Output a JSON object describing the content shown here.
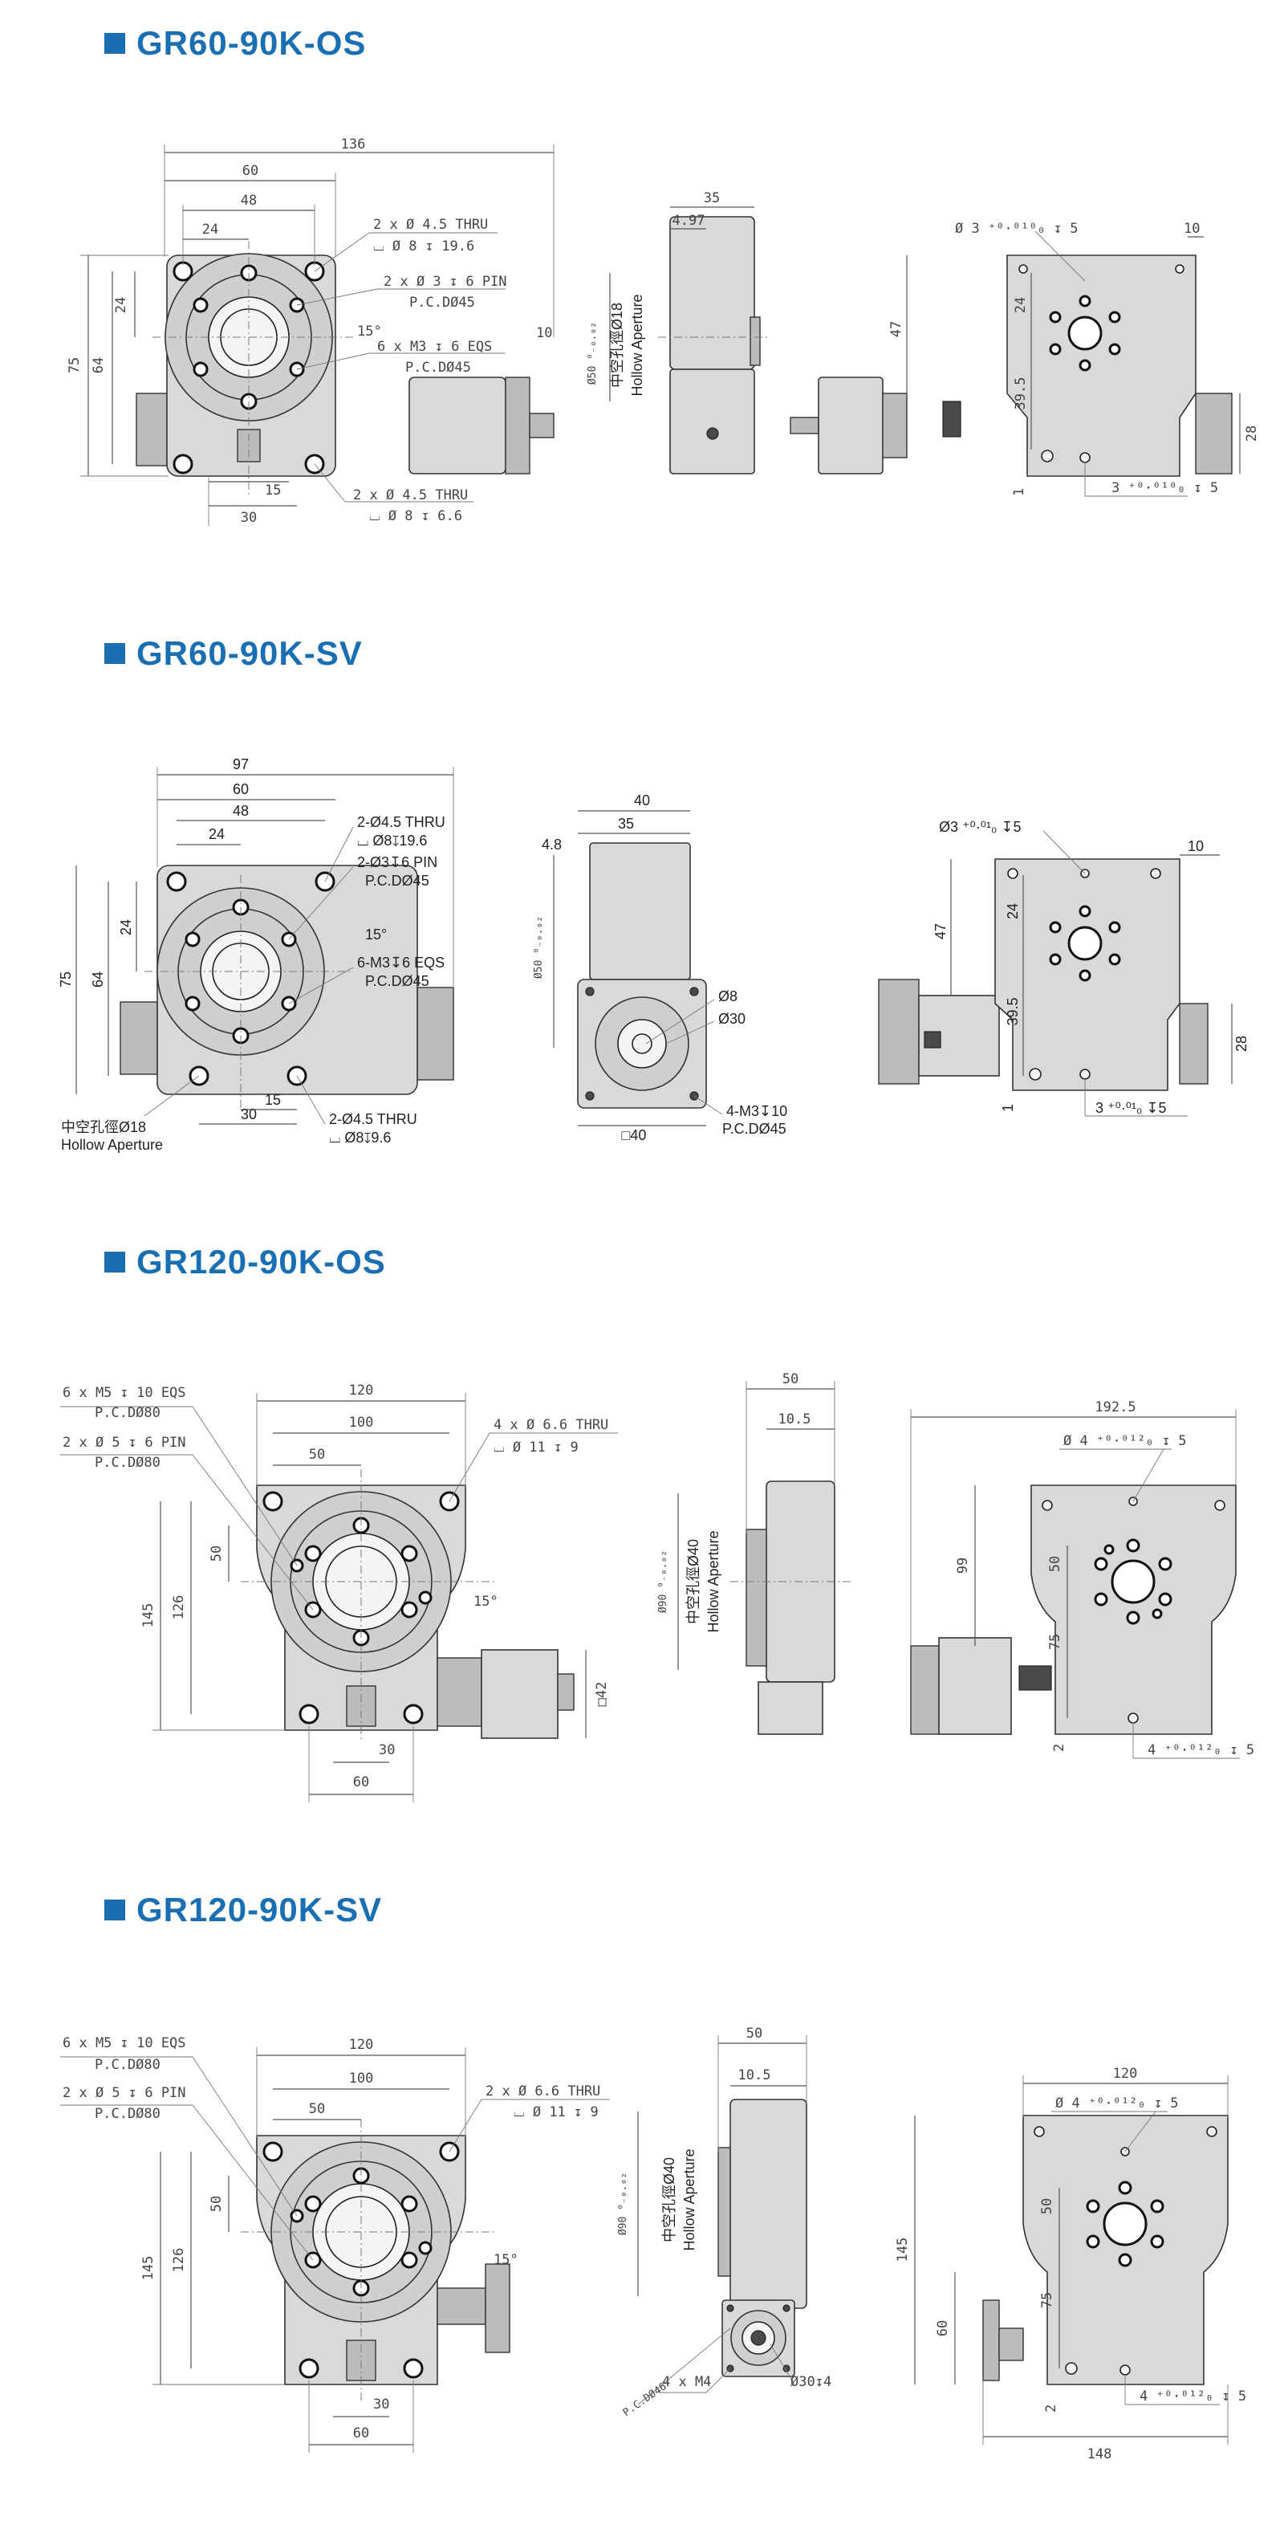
{
  "colors": {
    "accent": "#1a6fb3",
    "line": "#555555",
    "part": "#d9d9d9",
    "dark": "#4a4a4a"
  },
  "sections": [
    {
      "title": "GR60-90K-OS",
      "front": {
        "w136": "136",
        "w60": "60",
        "w48": "48",
        "w24": "24",
        "h75": "75",
        "h64": "64",
        "h24": "24",
        "thru1": "2 x Ø 4.5 THRU",
        "cb1": "⌴ Ø 8 ↧ 19.6",
        "pin": "2 x Ø 3 ↧ 6 PIN",
        "pcd1": "P.C.DØ45",
        "m3": "6 x M3 ↧ 6 EQS",
        "pcd2": "P.C.DØ45",
        "ang": "15°",
        "d10": "10",
        "thru2": "2 x Ø 4.5 THRU",
        "cb2": "⌴ Ø 8 ↧ 6.6",
        "b15": "15",
        "b30": "30"
      },
      "side": {
        "w35": "35",
        "w497": "4.97",
        "dia": "Ø50 ⁰₋₀.₀₂",
        "hollow_cn": "中空孔徑Ø18",
        "hollow_en": "Hollow Aperture"
      },
      "rear": {
        "pin": "Ø 3 ⁺⁰·⁰¹⁰₀ ↧ 5",
        "d10": "10",
        "h47": "47",
        "h24": "24",
        "h395": "39.5",
        "h28": "28",
        "h1": "1",
        "slot": "3 ⁺⁰·⁰¹⁰₀ ↧ 5"
      }
    },
    {
      "title": "GR60-90K-SV",
      "front": {
        "w97": "97",
        "w60": "60",
        "w48": "48",
        "w24": "24",
        "h75": "75",
        "h64": "64",
        "h24": "24",
        "thru1": "2-Ø4.5 THRU",
        "cb1": "⌴ Ø8↧19.6",
        "pin": "2-Ø3↧6 PIN",
        "pcd1": "P.C.DØ45",
        "m3": "6-M3↧6 EQS",
        "pcd2": "P.C.DØ45",
        "ang": "15°",
        "hollow_cn": "中空孔徑Ø18",
        "hollow_en": "Hollow Aperture",
        "b15": "15",
        "b30": "30",
        "thru2": "2-Ø4.5 THRU",
        "cb2": "⌴ Ø8↧9.6"
      },
      "side": {
        "w40": "40",
        "w35": "35",
        "w48": "4.8",
        "dia": "Ø50 ⁰₋₀.₀₂",
        "d8": "Ø8",
        "d30": "Ø30",
        "sq40": "□40",
        "m3": "4-M3↧10",
        "pcd": "P.C.DØ45"
      },
      "rear": {
        "pin": "Ø3 ⁺⁰·⁰¹₀ ↧5",
        "d10": "10",
        "h47": "47",
        "h24": "24",
        "h395": "39.5",
        "h28": "28",
        "h1": "1",
        "slot": "3 ⁺⁰·⁰¹₀ ↧5"
      }
    },
    {
      "title": "GR120-90K-OS",
      "front": {
        "m5": "6 x M5 ↧ 10 EQS",
        "pcd1": "P.C.DØ80",
        "pin": "2 x Ø 5 ↧ 6 PIN",
        "pcd2": "P.C.DØ80",
        "w120": "120",
        "w100": "100",
        "w50": "50",
        "thru": "4 x Ø 6.6 THRU",
        "cb": "⌴ Ø 11 ↧ 9",
        "h145": "145",
        "h126": "126",
        "h50": "50",
        "ang": "15°",
        "sq42": "□42",
        "b30": "30",
        "b60": "60"
      },
      "side": {
        "w50": "50",
        "w105": "10.5",
        "dia": "Ø90 ⁰₋₀.₀₂",
        "hollow_cn": "中空孔徑Ø40",
        "hollow_en": "Hollow Aperture"
      },
      "rear": {
        "w1925": "192.5",
        "pin": "Ø 4 ⁺⁰·⁰¹²₀ ↧ 5",
        "h99": "99",
        "h50": "50",
        "h75": "75",
        "h2": "2",
        "slot": "4 ⁺⁰·⁰¹²₀ ↧ 5"
      }
    },
    {
      "title": "GR120-90K-SV",
      "front": {
        "m5": "6 x M5 ↧ 10 EQS",
        "pcd1": "P.C.DØ80",
        "pin": "2 x Ø 5 ↧ 6 PIN",
        "pcd2": "P.C.DØ80",
        "w120": "120",
        "w100": "100",
        "w50": "50",
        "thru": "2 x Ø 6.6 THRU",
        "cb": "⌴ Ø 11 ↧ 9",
        "h145": "145",
        "h126": "126",
        "h50": "50",
        "ang": "15°",
        "b30": "30",
        "b60": "60"
      },
      "side": {
        "w50": "50",
        "w105": "10.5",
        "dia": "Ø90 ⁰₋₀.₀₂",
        "hollow_cn": "中空孔徑Ø40",
        "hollow_en": "Hollow Aperture",
        "pcd": "P.C.DØ46",
        "m4": "4 x M4",
        "d30": "Ø30↧4"
      },
      "rear": {
        "w120": "120",
        "pin": "Ø 4 ⁺⁰·⁰¹²₀ ↧ 5",
        "h145": "145",
        "h60": "60",
        "h50": "50",
        "h75": "75",
        "h2": "2",
        "slot": "4 ⁺⁰·⁰¹²₀ ↧ 5",
        "w148": "148"
      }
    }
  ]
}
